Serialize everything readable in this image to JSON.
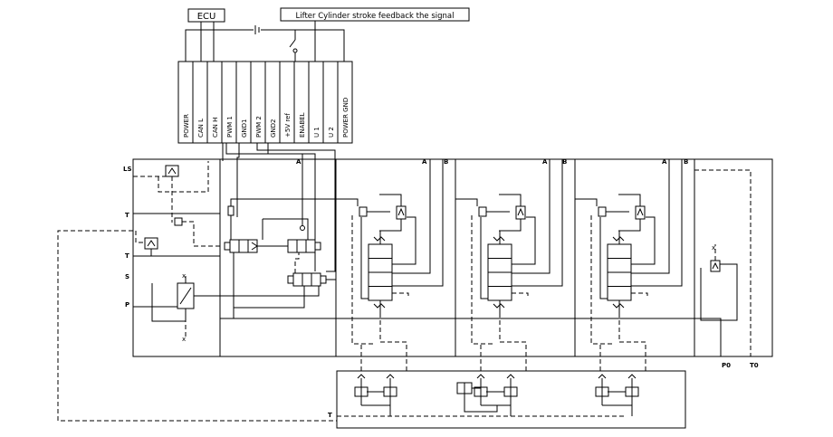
{
  "ecu_label": "ECU",
  "feedback_label": "Lifter Cylinder stroke feedback the signal",
  "pins": [
    "POWER",
    "CAN L",
    "CAN H",
    "PWM 1",
    "GND1",
    "PWM 2",
    "GND2",
    "+5V ref",
    "ENABEL",
    "U 1",
    "U 2",
    "POWER GND"
  ],
  "port_labels": {
    "ls": "LS",
    "t1": "T",
    "t2": "T",
    "s": "S",
    "p": "P",
    "a1": "A",
    "a2": "A",
    "b2": "B",
    "a3": "A",
    "b3": "B",
    "a4": "A",
    "b4": "B",
    "p0": "P0",
    "t0": "T0",
    "t_bottom": "T"
  }
}
